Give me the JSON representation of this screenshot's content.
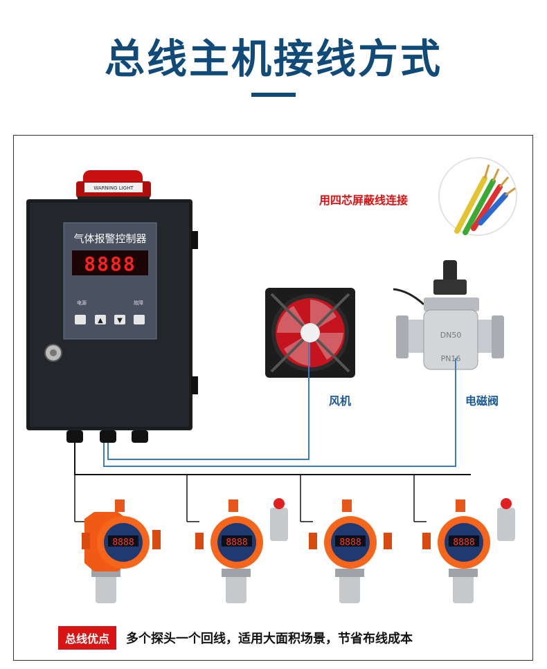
{
  "title": "总线主机接线方式",
  "controller": {
    "label": "气体报警控制器",
    "display": "8888",
    "warning_light": "WARNING LIGHT",
    "indicators": [
      "电源",
      "",
      "",
      "故障"
    ],
    "buttons": [
      "",
      "▲",
      "▼",
      ""
    ]
  },
  "wire_note": "用四芯屏蔽线连接",
  "fan_label": "风机",
  "valve_label": "电磁阀",
  "valve_text": [
    "DN50",
    "PN16"
  ],
  "detectors": [
    {
      "display": "8888"
    },
    {
      "display": "8888"
    },
    {
      "display": "8888"
    },
    {
      "display": "8888"
    }
  ],
  "footer": {
    "badge": "总线优点",
    "text": "多个探头一个回线，适用大面积场景，节省布线成本"
  },
  "colors": {
    "title": "#0f4a78",
    "wire_blue": "#3a7bc8",
    "detector_orange": "#f05a14",
    "badge_red": "#d91414"
  }
}
